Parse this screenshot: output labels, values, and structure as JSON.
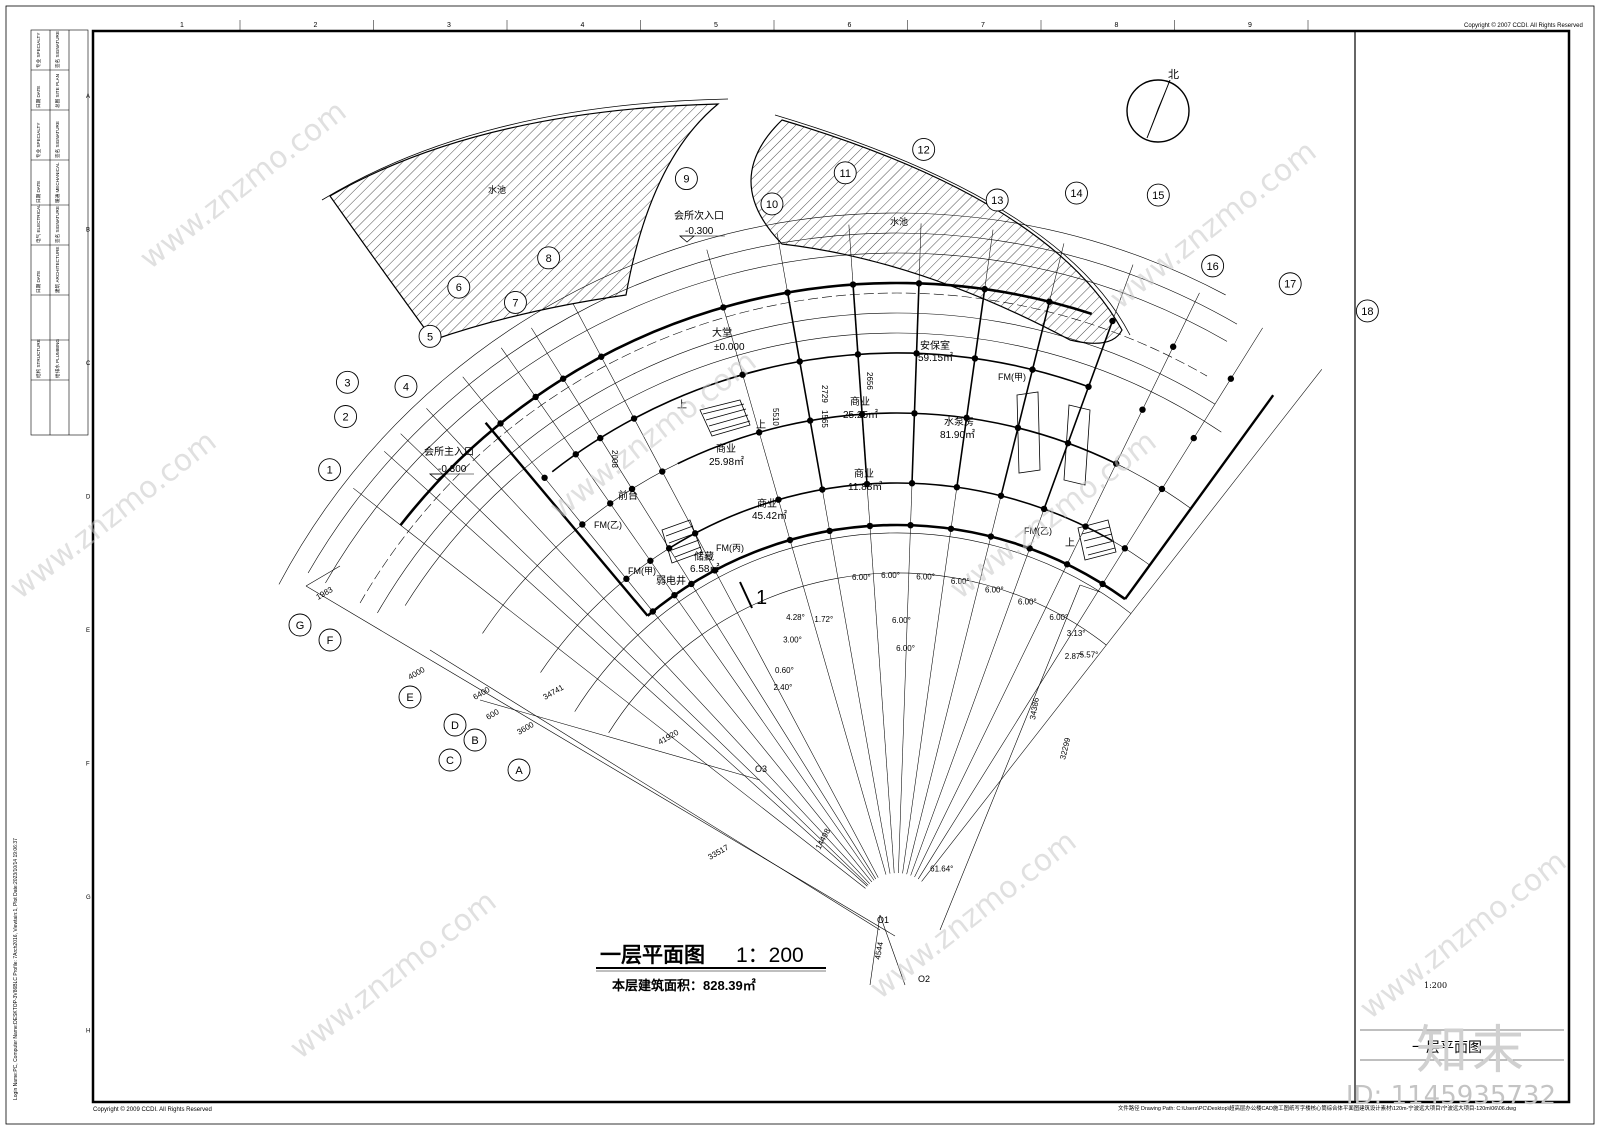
{
  "drawing": {
    "title": "一层平面图",
    "scale": "1：200",
    "area_label": "本层建筑面积：828.39㎡",
    "north": "北",
    "copyright_top": "Copyright © 2007 CCDI.  All Rights Reserved",
    "copyright_bottom": "Copyright © 2009 CCDI.  All Rights Reserved",
    "drawing_path": "文件路径  Drawing Path: C:\\Users\\PC\\Desktop\\超高层办公楼CAD施工图纸写字楼核心筒综合体平面图建筑设计素材\\120m-宁波远大项目\\宁波远大项目-120m\\06\\06.dwg",
    "side_info": "Login Name:PC, Computer Name:DESKTOP-3V86BLC Profile: 7Arch2016, Viewtain:1, Plot Date:2023/10/14 19:06:37",
    "titleblock_scale": "1:200",
    "titleblock_name": "一层平面图"
  },
  "column_numbers": [
    "1",
    "2",
    "3",
    "4",
    "5",
    "6",
    "7",
    "8",
    "9"
  ],
  "row_letters": [
    "A",
    "B",
    "C",
    "D",
    "E",
    "F",
    "G",
    "H"
  ],
  "signature_labels": [
    "专业 SPECIALTY",
    "签名 SIGNATURE",
    "日期 DATE",
    "总图 SITE PLAN",
    "专业 SPECIALTY",
    "签名 SIGNATURE",
    "日期 DATE",
    "暖通 MECHANICAL",
    "电气 ELECTRICAL",
    "签名 SIGNATURE",
    "日期 DATE",
    "建筑 ARCHITECTURE",
    "结构 STRUCTURE",
    "给排水 PLUMBING"
  ],
  "grid_axes_radial": [
    "1",
    "2",
    "3",
    "4",
    "5",
    "6",
    "7",
    "8",
    "9",
    "10",
    "11",
    "12",
    "13",
    "14",
    "15",
    "16",
    "17",
    "18"
  ],
  "grid_axes_arc": [
    "A",
    "B",
    "C",
    "D",
    "E",
    "F",
    "G"
  ],
  "rooms": [
    {
      "name": "大堂",
      "value": "±0.000"
    },
    {
      "name": "安保室",
      "value": "59.15㎡"
    },
    {
      "name": "商业",
      "value": "25.25㎡"
    },
    {
      "name": "水泵房",
      "value": "81.90㎡"
    },
    {
      "name": "商业",
      "value": "25.98㎡"
    },
    {
      "name": "商业",
      "value": "11.88㎡"
    },
    {
      "name": "商业",
      "value": "45.42㎡"
    },
    {
      "name": "前台",
      "value": ""
    },
    {
      "name": "储藏",
      "value": "6.58㎡"
    },
    {
      "name": "弱电井",
      "value": ""
    },
    {
      "name": "水池",
      "value": ""
    },
    {
      "name": "水池",
      "value": ""
    }
  ],
  "entrances": [
    {
      "name": "会所次入口",
      "level": "-0.300"
    },
    {
      "name": "会所主入口",
      "level": "-0.300"
    }
  ],
  "fire_doors": [
    "FM(甲)",
    "FM(乙)",
    "FM(乙)",
    "FM(丙)",
    "FM(甲)"
  ],
  "angle_labels": [
    "6.00°",
    "6.00°",
    "6.00°",
    "6.00°",
    "6.00°",
    "6.00°",
    "6.00°",
    "6.00°",
    "6.00°",
    "4.28°",
    "3.00°",
    "1.72°",
    "3.13°",
    "2.87°",
    "5.57°",
    "0.60°",
    "2.40°",
    "61.64°"
  ],
  "dimensions": [
    "1983",
    "4000",
    "34741",
    "3600",
    "41920",
    "33517",
    "14498",
    "34386",
    "32299",
    "4544",
    "2656",
    "2729",
    "1565",
    "2008",
    "5510",
    "6400",
    "600"
  ],
  "misc_labels": [
    "上",
    "上",
    "上",
    "1",
    "O1",
    "O2",
    "O3"
  ],
  "brand": {
    "name": "知末",
    "id": "ID: 1145935732"
  },
  "watermark": "www.znzmo.com"
}
